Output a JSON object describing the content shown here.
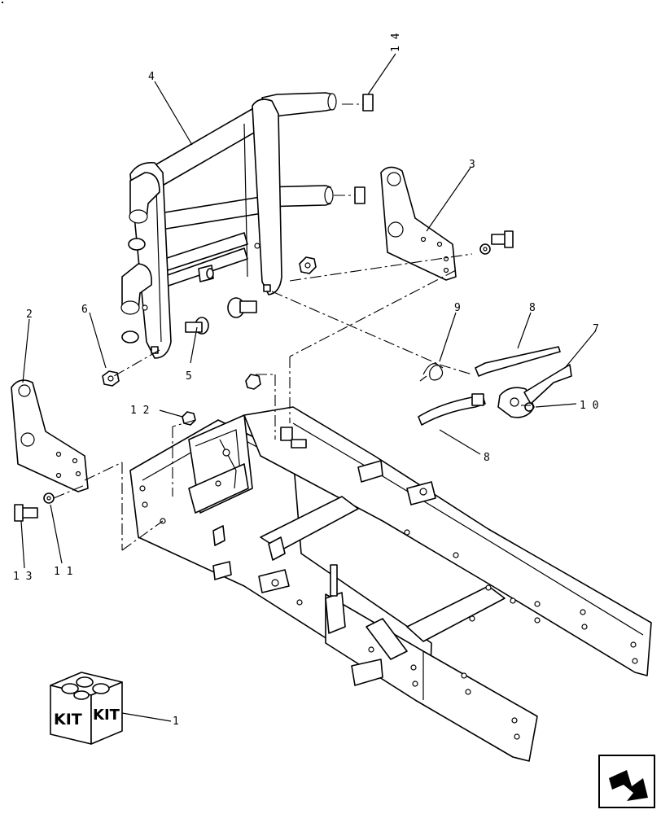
{
  "callouts": [
    {
      "id": "1",
      "label": "1"
    },
    {
      "id": "2",
      "label": "2"
    },
    {
      "id": "3",
      "label": "3"
    },
    {
      "id": "4",
      "label": "4"
    },
    {
      "id": "5",
      "label": "5"
    },
    {
      "id": "6",
      "label": "6"
    },
    {
      "id": "7",
      "label": "7"
    },
    {
      "id": "8a",
      "label": "8"
    },
    {
      "id": "8b",
      "label": "8"
    },
    {
      "id": "9",
      "label": "9"
    },
    {
      "id": "10",
      "label": "1 0"
    },
    {
      "id": "11",
      "label": "1 1"
    },
    {
      "id": "12",
      "label": "1 2"
    },
    {
      "id": "13",
      "label": "1 3"
    },
    {
      "id": "14",
      "label": "1 4"
    }
  ],
  "kit": {
    "label_left": "KIT",
    "label_right": "KIT"
  },
  "icons": {
    "kit_box": "kit-box-icon",
    "nav": "next-page-arrow-icon"
  }
}
